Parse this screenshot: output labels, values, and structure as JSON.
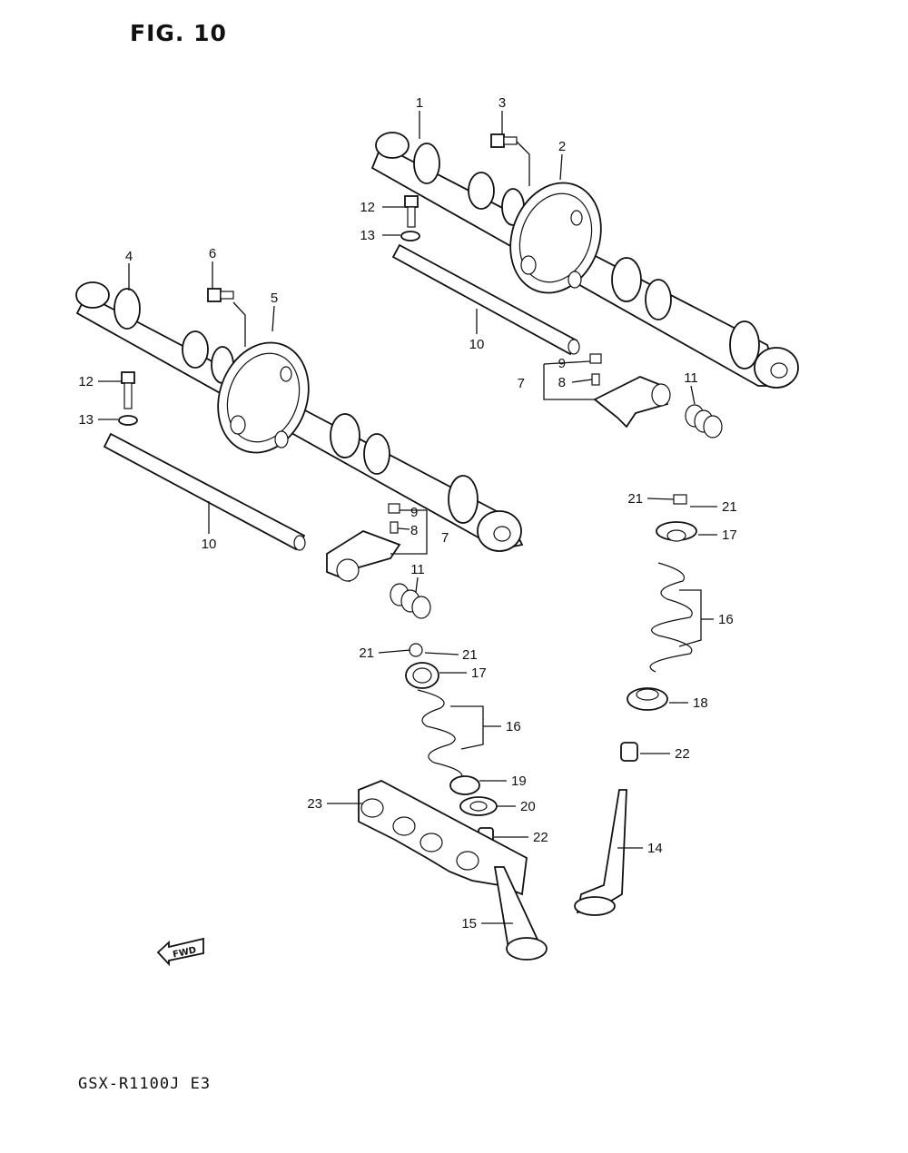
{
  "figure": {
    "title": "FIG. 10",
    "model_code": "GSX-R1100J E3"
  },
  "fwd_marker": {
    "text": "FWD",
    "icon": "arrow-left-icon"
  },
  "callouts": [
    {
      "num": "1"
    },
    {
      "num": "3"
    },
    {
      "num": "2"
    },
    {
      "num": "12"
    },
    {
      "num": "13"
    },
    {
      "num": "10"
    },
    {
      "num": "4"
    },
    {
      "num": "6"
    },
    {
      "num": "5"
    },
    {
      "num": "9"
    },
    {
      "num": "8"
    },
    {
      "num": "7"
    },
    {
      "num": "11"
    },
    {
      "num": "12"
    },
    {
      "num": "13"
    },
    {
      "num": "10"
    },
    {
      "num": "9"
    },
    {
      "num": "8"
    },
    {
      "num": "7"
    },
    {
      "num": "11"
    },
    {
      "num": "21"
    },
    {
      "num": "21"
    },
    {
      "num": "17"
    },
    {
      "num": "16"
    },
    {
      "num": "18"
    },
    {
      "num": "22"
    },
    {
      "num": "21"
    },
    {
      "num": "21"
    },
    {
      "num": "17"
    },
    {
      "num": "16"
    },
    {
      "num": "19"
    },
    {
      "num": "20"
    },
    {
      "num": "23"
    },
    {
      "num": "22"
    },
    {
      "num": "14"
    },
    {
      "num": "15"
    }
  ]
}
